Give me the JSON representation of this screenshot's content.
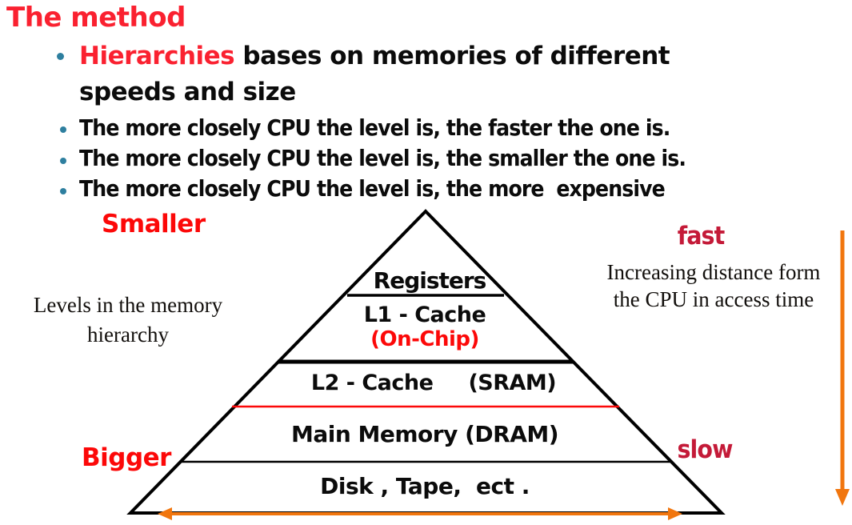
{
  "colors": {
    "slide_red": "#fa2130",
    "pure_red": "#fc0808",
    "crimson": "#c41a38",
    "orange": "#f1760e",
    "bullet_teal": "#2e7f9f",
    "ink": "#0b0b0b"
  },
  "title": "The method",
  "bullets": {
    "b1_highlight": "Hierarchies",
    "b1_rest": " bases on memories of different",
    "b1_line2": "speeds and size",
    "b2": "The more closely CPU the level is, the faster the one is.",
    "b3": "The more closely CPU the level is, the smaller the one is.",
    "b4": "The more closely CPU the level is, the more  expensive"
  },
  "diagram": {
    "left_top_label": "Smaller",
    "left_note_line1": "Levels in the memory",
    "left_note_line2": "hierarchy",
    "left_bottom_label": "Bigger",
    "right_top_label": "fast",
    "right_note_line1": "Increasing distance form",
    "right_note_line2": "the CPU in access time",
    "right_bottom_label": "slow",
    "levels": [
      {
        "name": "Registers"
      },
      {
        "name": "L1 - Cache",
        "sub": "(On-Chip)"
      },
      {
        "name": "L2 - Cache",
        "sub": "(SRAM)"
      },
      {
        "name": "Main Memory (DRAM)"
      },
      {
        "name": "Disk , Tape,  ect ."
      }
    ]
  }
}
